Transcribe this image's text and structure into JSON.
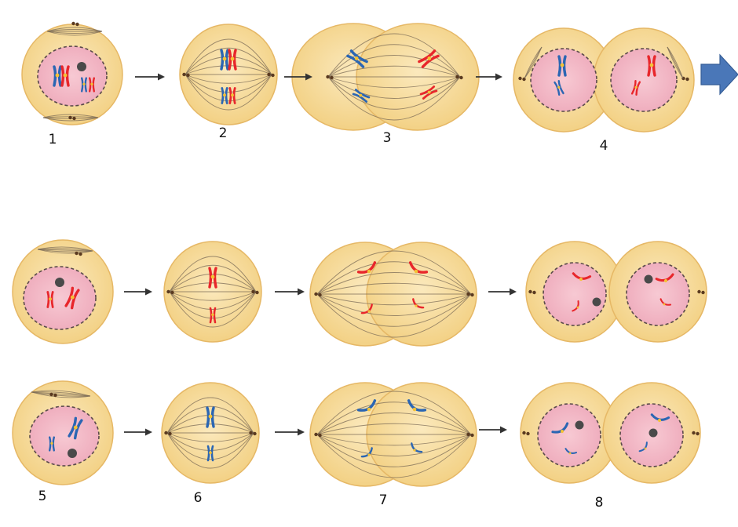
{
  "colors": {
    "cell_fill": "#f7dc9a",
    "cell_edge": "#e6b866",
    "nucleus_fill": "#f2b6c4",
    "nucleus_edge": "#5a4a4a",
    "spindle": "#7a6a55",
    "chrom_red": "#e8262b",
    "chrom_blue": "#2b66b3",
    "centromere": "#f4c236",
    "arrow": "#333333",
    "big_arrow": "#4a77b8"
  },
  "stages": [
    {
      "label": "1"
    },
    {
      "label": "2"
    },
    {
      "label": "3"
    },
    {
      "label": "4"
    },
    {
      "label": "5"
    },
    {
      "label": "6"
    },
    {
      "label": "7"
    },
    {
      "label": "8"
    }
  ]
}
